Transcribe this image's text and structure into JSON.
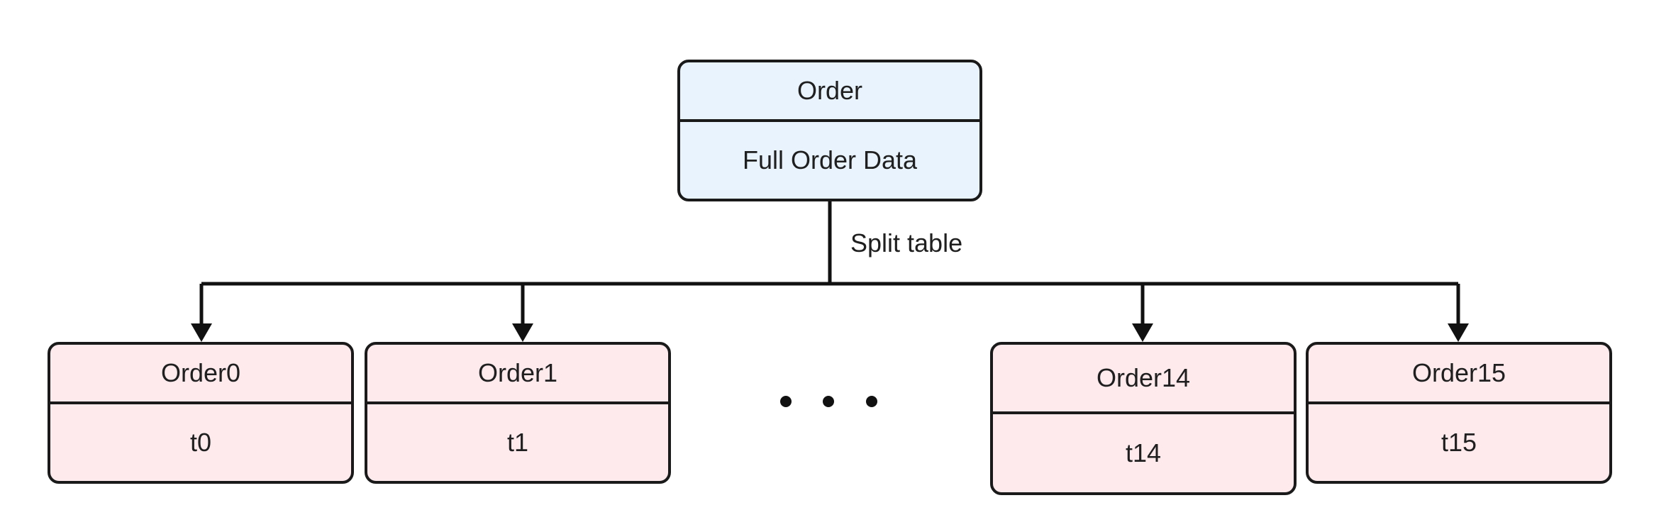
{
  "root": {
    "title": "Order",
    "body": "Full Order Data"
  },
  "edge_label": "Split table",
  "shards": [
    {
      "title": "Order0",
      "body": "t0"
    },
    {
      "title": "Order1",
      "body": "t1"
    },
    {
      "title": "Order14",
      "body": "t14"
    },
    {
      "title": "Order15",
      "body": "t15"
    }
  ],
  "ellipsis": "• • •",
  "colors": {
    "root_fill": "#e8f3fe",
    "shard_fill": "#feeaed",
    "stroke": "#1a1a1a"
  }
}
